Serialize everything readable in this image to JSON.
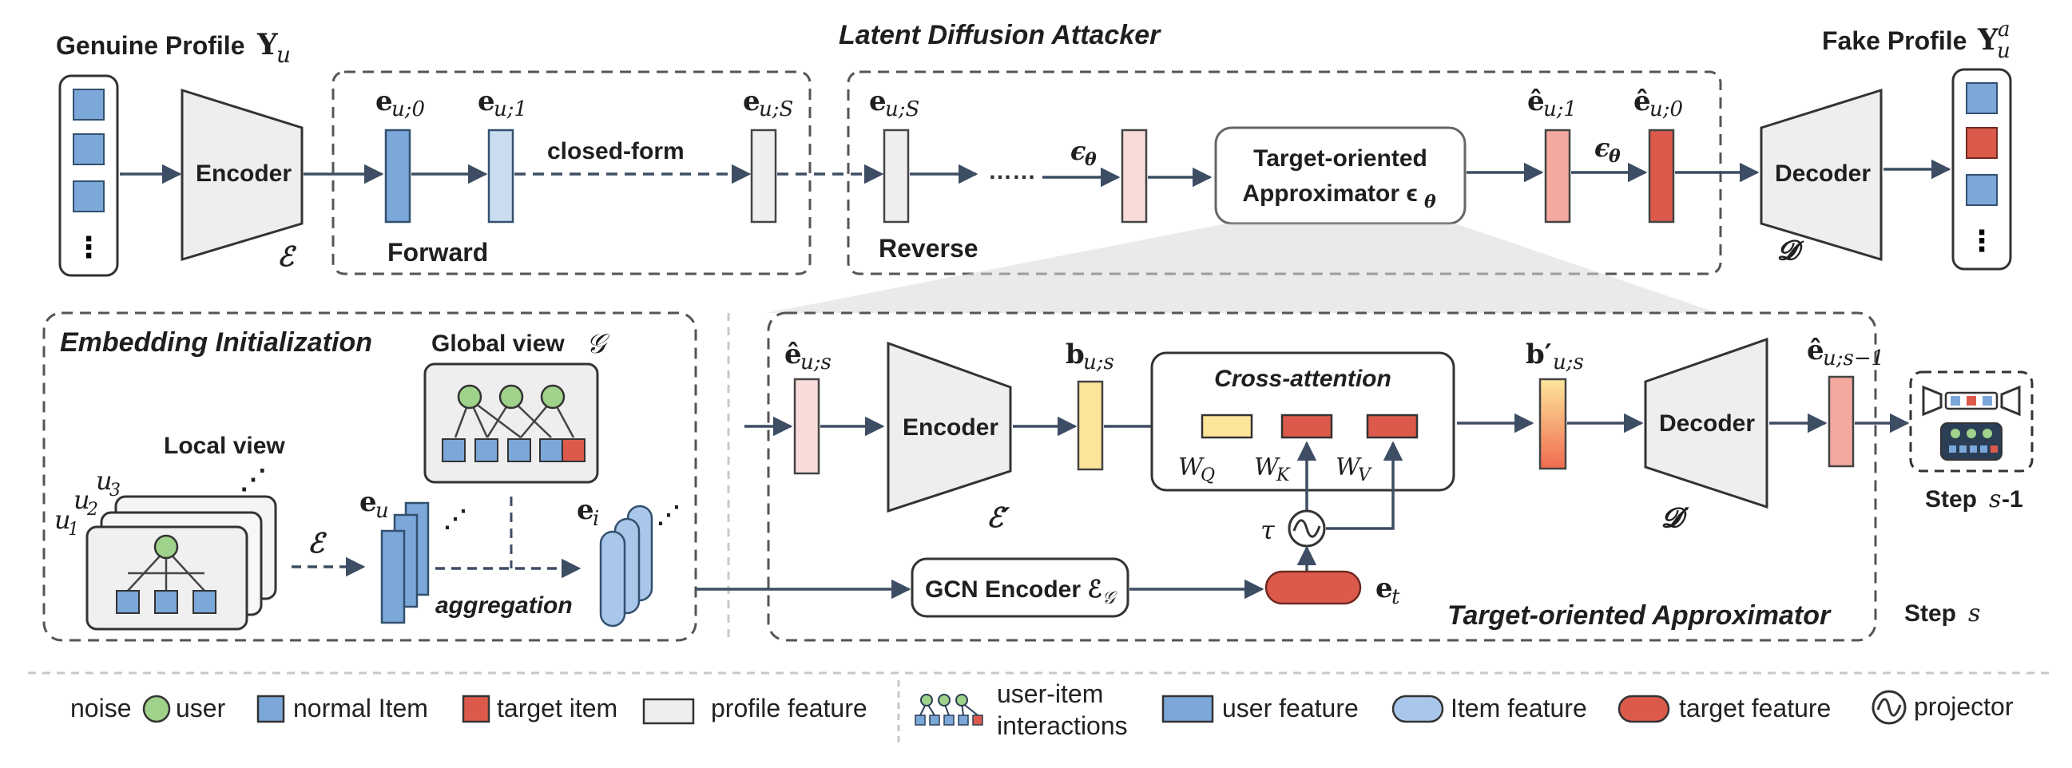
{
  "top": {
    "genuine_profile_label": "Genuine Profile",
    "genuine_profile_symbol": "Y",
    "genuine_profile_sub": "u",
    "fake_profile_label": "Fake Profile",
    "fake_profile_symbol": "Y",
    "fake_profile_sub": "u",
    "fake_profile_sup": "a",
    "encoder_label": "Encoder",
    "encoder_symbol": "ℰ",
    "decoder_label": "Decoder",
    "decoder_symbol": "𝓓",
    "forward_label": "Forward",
    "reverse_label": "Reverse",
    "closed_form_label": "closed-form",
    "latent_diffusion_title": "Latent Diffusion Attacker",
    "approximator_line1": "Target-oriented",
    "approximator_line2": "Approximator ϵ",
    "approximator_sub": "θ",
    "epsilon_symbol": "ϵ",
    "epsilon_sub": "θ",
    "dots_symbol": "⋮",
    "ellipsis": "……",
    "e_u0": "e",
    "e_u0_sub": "u;0",
    "e_u1": "e",
    "e_u1_sub": "u;1",
    "e_uS": "e",
    "e_uS_sub": "u;S",
    "e_uS2": "e",
    "e_uS2_sub": "u;S",
    "ehat_u1": "ê",
    "ehat_u1_sub": "u;1",
    "ehat_u0": "ê",
    "ehat_u0_sub": "u;0"
  },
  "init": {
    "title": "Embedding Initialization",
    "global_view": "Global view",
    "global_symbol": "𝒢",
    "local_view": "Local view",
    "u1": "u",
    "u1_sub": "1",
    "u2": "u",
    "u2_sub": "2",
    "u3": "u",
    "u3_sub": "3",
    "encoder_symbol": "ℰ",
    "e_u": "e",
    "e_u_sub": "u",
    "e_i": "e",
    "e_i_sub": "i",
    "aggregation": "aggregation",
    "dots": "⋰"
  },
  "approx": {
    "title": "Target-oriented Approximator",
    "ehat_us": "ê",
    "ehat_us_sub": "u;s",
    "encoder_label": "Encoder",
    "encoder_symbol": "ℰ′",
    "b_us": "b",
    "b_us_sub": "u;s",
    "cross_attention": "Cross-attention",
    "wq": "W",
    "wq_sub": "Q",
    "wk": "W",
    "wk_sub": "K",
    "wv": "W",
    "wv_sub": "V",
    "bprime": "b′",
    "bprime_sub": "u;s",
    "decoder_label": "Decoder",
    "decoder_symbol": "𝓓′",
    "ehat_us1": "ê",
    "ehat_us1_sub": "u;s−1",
    "tau": "τ",
    "gcn_label": "GCN Encoder ℰ",
    "gcn_sub": "𝒢",
    "e_t": "e",
    "e_t_sub": "t",
    "step_s1": "Step",
    "step_s1_var": "s",
    "step_s1_tail": "-1",
    "step_s": "Step",
    "step_s_var": "s"
  },
  "legend": {
    "noise": "noise",
    "user": "user",
    "normal_item": "normal Item",
    "target_item": "target item",
    "profile_feature": "profile feature",
    "ui_line1": "user-item",
    "ui_line2": "interactions",
    "user_feature": "user feature",
    "item_feature": "Item feature",
    "target_feature": "target feature",
    "projector": "projector"
  },
  "colors": {
    "blue": "#7ba7d9",
    "light_blue": "#c9dcf0",
    "red": "#dc5a4b",
    "green": "#9fd28a",
    "pink": "#f8dcd9",
    "yellow": "#fde69a",
    "grey": "#eeeeee",
    "line": "#3d4d63"
  }
}
